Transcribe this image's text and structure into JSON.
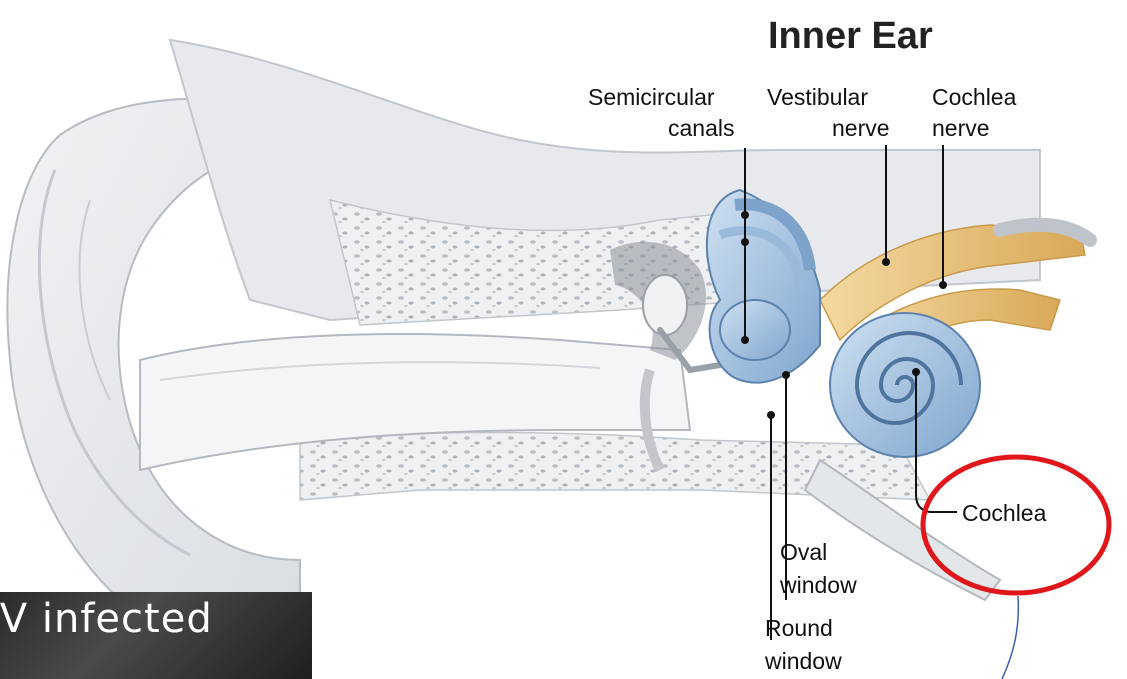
{
  "title": "Inner Ear",
  "labels": {
    "semicircular_line1": "Semicircular",
    "semicircular_line2": "canals",
    "vestibular_line1": "Vestibular",
    "vestibular_line2": "nerve",
    "cochlea_nerve_line1": "Cochlea",
    "cochlea_nerve_line2": "nerve",
    "cochlea": "Cochlea",
    "oval_line1": "Oval",
    "oval_line2": "window",
    "round_line1": "Round",
    "round_line2": "window"
  },
  "inset": {
    "text": "IV infected"
  },
  "colors": {
    "highlight_circle": "#e0161b",
    "pointer_line": "#3b5fb0",
    "bone": "#e3e6ea",
    "labyrinth": "#a9c6e3",
    "nerve": "#e9c27a"
  }
}
